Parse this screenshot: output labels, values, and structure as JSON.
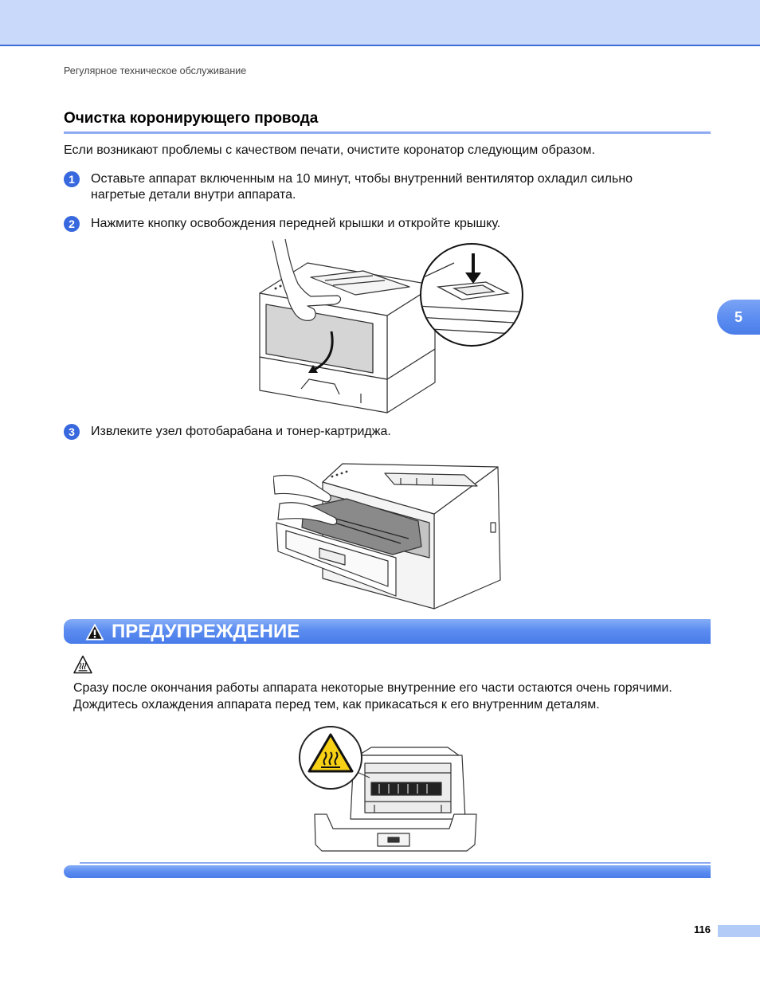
{
  "document": {
    "breadcrumb": "Регулярное техническое обслуживание",
    "chapter_tab": "5",
    "page_number": "116"
  },
  "section": {
    "title": "Очистка коронирующего провода",
    "intro": "Если возникают проблемы с качеством печати, очистите коронатор следующим образом."
  },
  "steps": [
    {
      "number": "1",
      "lines": [
        "Оставьте аппарат включенным на 10 минут, чтобы внутренний вентилятор охладил сильно",
        "нагретые детали внутри аппарата."
      ]
    },
    {
      "number": "2",
      "lines": [
        "Нажмите кнопку освобождения передней крышки и откройте крышку."
      ]
    },
    {
      "number": "3",
      "lines": [
        "Извлеките узел фотобарабана и тонер-картриджа."
      ]
    }
  ],
  "warning": {
    "title": "ПРЕДУПРЕЖДЕНИЕ",
    "lines": [
      "Сразу после окончания работы аппарата некоторые внутренние его части остаются очень горячими.",
      "Дождитесь охлаждения аппарата перед тем, как прикасаться к его внутренним деталям."
    ]
  },
  "icons": {
    "warning_title": "warning-triangle-icon",
    "warning_body": "hot-surface-icon",
    "illustration_symbol": "hot-surface-icon"
  },
  "colors": {
    "header_band": "#c9d9f9",
    "accent": "#3d6cd9",
    "title_rule": "#8eaaf1",
    "step_badge": "#3868de",
    "warning_bar": "#5b8cf0",
    "page_tab": "#b3cbf7",
    "hot_symbol": "#f6d116"
  }
}
